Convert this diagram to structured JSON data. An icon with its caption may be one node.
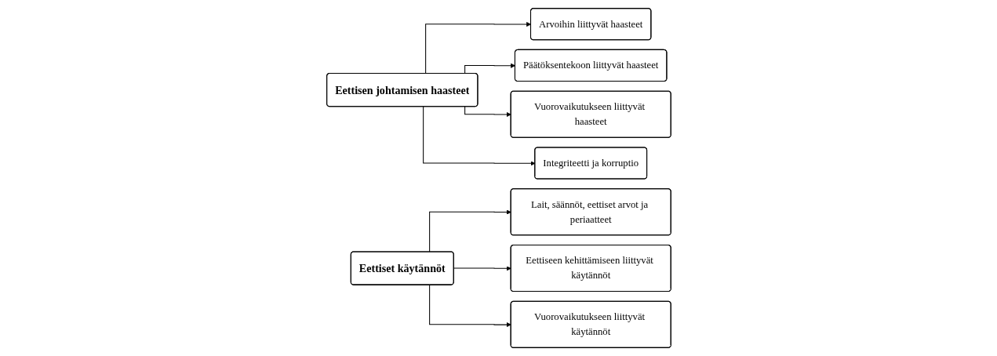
{
  "diagram": {
    "nodes": [
      {
        "text": [
          "Eettisen johtamisen haasteet"
        ]
      },
      {
        "text": [
          "Arvoihin liittyvät haasteet"
        ]
      },
      {
        "text": [
          "Päätöksentekoon liittyvät haasteet"
        ]
      },
      {
        "text": [
          "Vuorovaikutukseen liittyvät haasteet"
        ]
      },
      {
        "text": [
          "Integriteetti ja korruptio"
        ]
      },
      {
        "text": [
          "Eettiset käytännöt"
        ]
      },
      {
        "text": [
          "Lait, säännöt, eettiset arvot ja periaatteet"
        ]
      },
      {
        "text": [
          "Eettiseen kehittämiseen liittyvät käytännöt"
        ]
      },
      {
        "text": [
          "Vuorovaikutukseen liittyvät käytännöt"
        ]
      }
    ],
    "edges": [
      {
        "from": 0,
        "to": 1,
        "arrow": "to"
      },
      {
        "from": 0,
        "to": 2,
        "arrow": "to"
      },
      {
        "from": 0,
        "to": 3,
        "arrow": "to"
      },
      {
        "from": 0,
        "to": 4,
        "arrow": "to"
      },
      {
        "from": 5,
        "to": 6,
        "arrow": "to"
      },
      {
        "from": 5,
        "to": 7,
        "arrow": "to"
      },
      {
        "from": 5,
        "to": 8,
        "arrow": "to"
      }
    ]
  }
}
